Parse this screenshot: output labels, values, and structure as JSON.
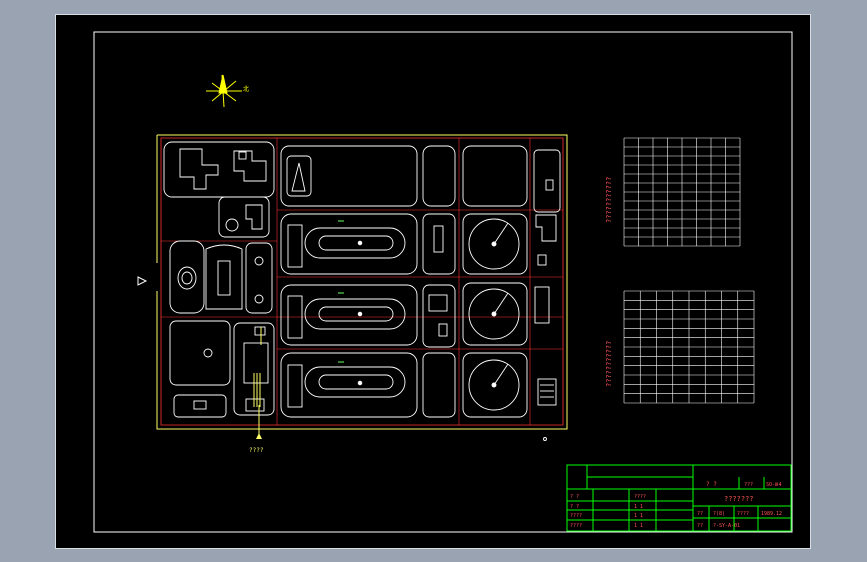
{
  "colors": {
    "background": "#9aa3b2",
    "sheet": "#000000",
    "frame": "#ffffff",
    "site_boundary": "#ffff66",
    "road_line": "#ff3333",
    "title_block": "#00ff00",
    "title_text": "#ff5555",
    "north_arrow": "#ffff00"
  },
  "north": {
    "label": "北"
  },
  "inlet": {
    "label": "????"
  },
  "legend_top": {
    "vertical_label": "???????????"
  },
  "legend_bottom": {
    "vertical_label": "???????????"
  },
  "title_block": {
    "project_label": "? ?",
    "scale_label": "???",
    "scale_value": "SO-Ⅲ4",
    "drawing_title": "???????",
    "rows_left": [
      {
        "a": "? ?",
        "b": "????"
      },
      {
        "a": "? ?",
        "b": "1  1"
      },
      {
        "a": "????",
        "b": "1  1"
      },
      {
        "a": "????",
        "b": "1  1"
      }
    ],
    "code_a": "??",
    "code_a_value": "?(8)",
    "code_b_label": "????",
    "code_b_value": "1989.12",
    "code_c": "??",
    "code_c_value": "?-SY-A-01"
  }
}
